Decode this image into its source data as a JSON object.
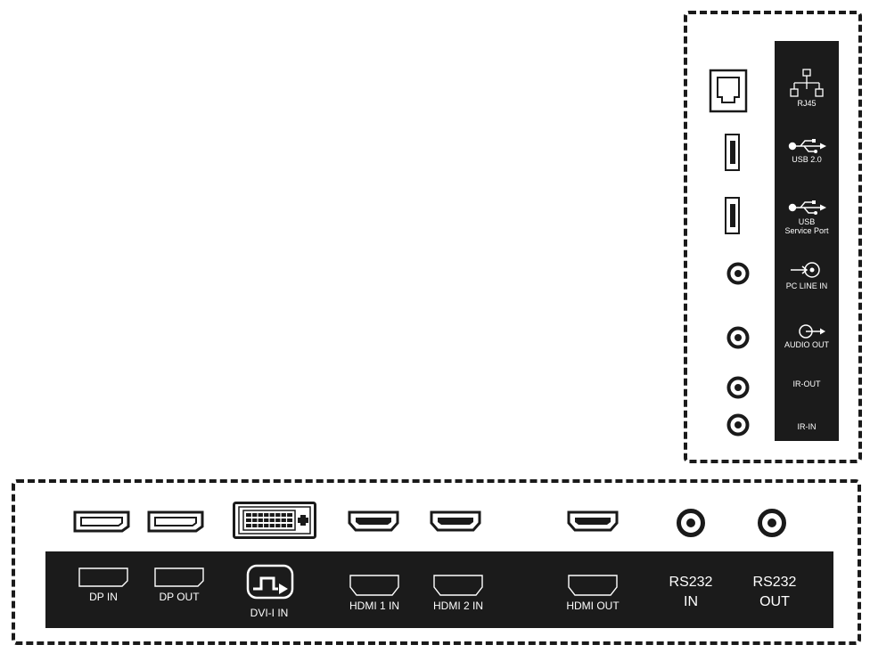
{
  "side_panel": {
    "ports": [
      {
        "id": "rj45",
        "label": "RJ45",
        "icon": "network-icon",
        "port": "rj45-port"
      },
      {
        "id": "usb2",
        "label": "USB 2.0",
        "icon": "usb-icon",
        "port": "usb-port"
      },
      {
        "id": "usb_service",
        "label_line1": "USB",
        "label_line2": "Service Port",
        "icon": "usb-icon",
        "port": "usb-port"
      },
      {
        "id": "pc_line_in",
        "label": "PC LINE IN",
        "icon": "audio-in-icon",
        "port": "audio-jack"
      },
      {
        "id": "audio_out",
        "label": "AUDIO OUT",
        "icon": "audio-out-icon",
        "port": "audio-jack"
      },
      {
        "id": "ir_out",
        "label": "IR-OUT",
        "port": "audio-jack"
      },
      {
        "id": "ir_in",
        "label": "IR-IN",
        "port": "audio-jack"
      }
    ]
  },
  "bottom_panel": {
    "ports": [
      {
        "id": "dp_in",
        "label": "DP IN",
        "icon": "displayport-icon",
        "port": "displayport-port"
      },
      {
        "id": "dp_out",
        "label": "DP OUT",
        "icon": "displayport-icon",
        "port": "displayport-port"
      },
      {
        "id": "dvi_in",
        "label": "DVI-I IN",
        "icon": "dvi-icon",
        "port": "dvi-port"
      },
      {
        "id": "hdmi1_in",
        "label": "HDMI 1 IN",
        "icon": "hdmi-icon",
        "port": "hdmi-port"
      },
      {
        "id": "hdmi2_in",
        "label": "HDMI 2 IN",
        "icon": "hdmi-icon",
        "port": "hdmi-port"
      },
      {
        "id": "hdmi_out",
        "label": "HDMI OUT",
        "icon": "hdmi-icon",
        "port": "hdmi-port"
      },
      {
        "id": "rs232_in",
        "label_line1": "RS232",
        "label_line2": "IN",
        "port": "audio-jack"
      },
      {
        "id": "rs232_out",
        "label_line1": "RS232",
        "label_line2": "OUT",
        "port": "audio-jack"
      }
    ]
  },
  "colors": {
    "panel": "#1b1b1b",
    "line": "#1a1a1a",
    "label": "#ffffff"
  }
}
